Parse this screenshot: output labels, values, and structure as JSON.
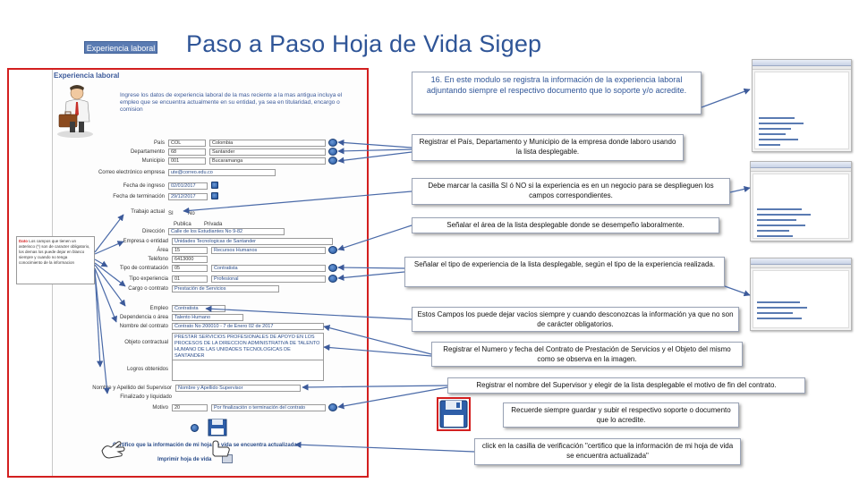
{
  "header": {
    "section_tag": "Experiencia laboral",
    "title": "Paso a Paso Hoja de Vida Sigep"
  },
  "form": {
    "heading": "Experiencia laboral",
    "intro": "Ingrese los datos de experiencia laboral de la mas reciente a la mas antigua incluya el empleo que se encuentra actualmente en su entidad, ya sea en titularidad, encargo o comision",
    "fields": {
      "pais_label": "País",
      "pais_code": "COL",
      "pais_value": "Colombia",
      "depto_label": "Departamento",
      "depto_code": "68",
      "depto_value": "Santander",
      "municipio_label": "Municipio",
      "municipio_code": "001",
      "municipio_value": "Bucaramanga",
      "correo_label": "Correo electrónico empresa",
      "correo_value": "ute@correo.edu.co",
      "fecha_ingreso_label": "Fecha de ingreso",
      "fecha_ingreso_value": "02/01/2017",
      "fecha_retiro_label": "Fecha de terminación",
      "fecha_retiro_value": "29/12/2017",
      "trabajo_actual_label": "Trabajo actual",
      "si": "SI",
      "no": "No",
      "publica": "Publica",
      "privada": "Privada",
      "direccion_label": "Dirección",
      "direccion_value": "Calle de los Estudiantes No 9-82",
      "empresa_label": "Empresa o entidad",
      "empresa_value": "Unidades Tecnologicas de Santander",
      "area_label": "Área",
      "area_code": "15",
      "area_value": "Recursos Humanos",
      "telefono_label": "Teléfono",
      "telefono_value": "6413000",
      "tipo_contratacion_label": "Tipo de contratación",
      "tipo_contratacion_code": "05",
      "tipo_contratacion_value": "Contratista",
      "tipo_experiencia_label": "Tipo experiencia",
      "tipo_experiencia_code": "01",
      "tipo_experiencia_value": "Profesional",
      "cargo_label": "Cargo o contrato",
      "cargo_value": "Prestación de Servicios",
      "empleo_label": "Empleo",
      "empleo_value": "Contratista",
      "dependencia_label": "Dependencia o área",
      "dependencia_value": "Talento Humano",
      "nombre_contrato_label": "Nombre del contrato",
      "nombre_contrato_value": "Contrato No 200010 - 7 de Enero 02 de 2017",
      "objeto_label": "Objeto contractual",
      "objeto_value": "PRESTAR SERVICIOS PROFESIONALES DE APOYO EN LOS PROCESOS DE LA DIRECCION ADMINISTRATIVA DE TALENTO HUMANO DE LAS UNIDADES TECNOLOGICAS DE SANTANDER",
      "logros_label": "Logros obtenidos",
      "supervisor_label": "Nombre y Apellido del Supervisor",
      "supervisor_value": "Nombre y Apellido Supervisor",
      "finalizado_label": "Finalizado y liquidado",
      "motivo_label": "Motivo",
      "motivo_code": "20",
      "motivo_value": "Por finalización o terminación del contrato"
    },
    "certify_label": "Certifico que la información de mi hoja de vida se encuentra actualizada",
    "print_label": "Imprimir hoja de vida",
    "note_red_title": "Dato",
    "note_red_text": "Los campos que tienen un asterisco (*) son de caracter obligatorio, los demas los puede dejar en blanco siempre y cuando no tenga conocimiento de la informacion"
  },
  "callouts": {
    "c1": "16. En este modulo se registra la información de la experiencia laboral adjuntando siempre el respectivo documento que lo soporte y/o acredite.",
    "c2": "Registrar el País, Departamento y Municipio de la empresa donde laboro usando la lista desplegable.",
    "c3": "Debe marcar la casilla SI ó NO si la experiencia es en un negocio para se desplieguen los campos correspondientes.",
    "c4": "Señalar el área de la lista desplegable donde se desempeño laboralmente.",
    "c5": "Señalar el tipo de experiencia de la lista desplegable, según el tipo de la experiencia realizada.",
    "c6": "Estos Campos los puede dejar vacíos siempre y cuando desconozcas la información ya que no son de carácter obligatorios.",
    "c7": "Registrar el Numero y fecha del Contrato de Prestación de Servicios y el Objeto del mismo como se observa en la imagen.",
    "c8": "Registrar el nombre del Supervisor y elegir de la lista desplegable el motivo de fin del contrato.",
    "c9": "Recuerde siempre guardar y subir el respectivo soporte o documento que lo acredite.",
    "c10": "click en la casilla de verificación \"certifico que la información de mi hoja de vida se encuentra actualizada\""
  },
  "colors": {
    "title_blue": "#2f5597",
    "frame_red": "#d31f1f",
    "tag_bg": "#5a7bb2"
  }
}
